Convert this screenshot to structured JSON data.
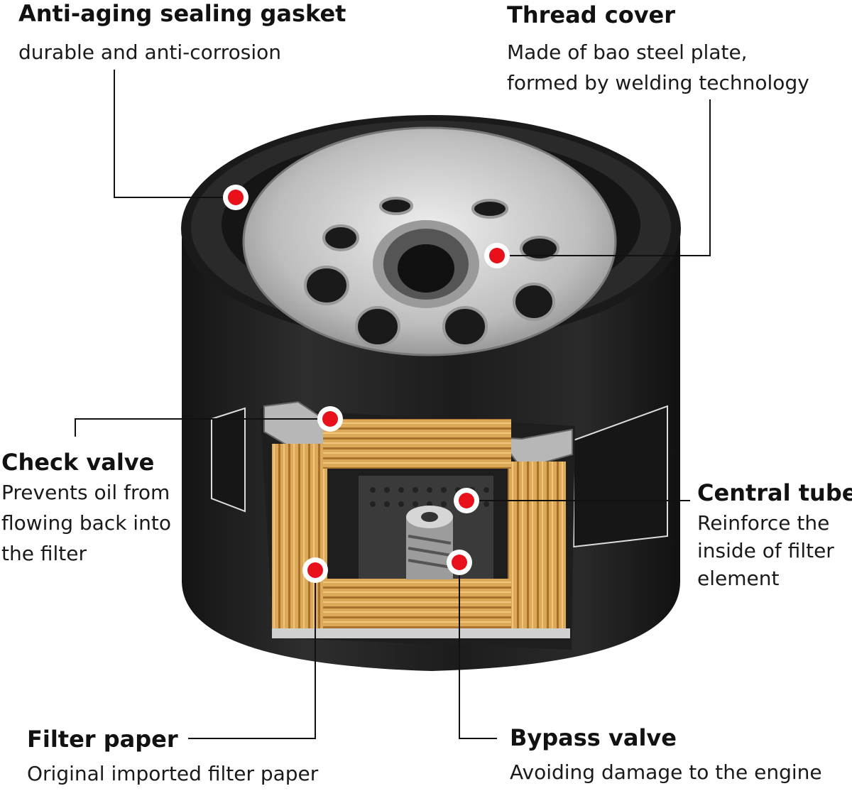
{
  "colors": {
    "marker": "#e8101a",
    "leader_line": "#111111",
    "housing": "#202020",
    "steel": "#c9c9c9",
    "filter_paper": "#d9a650"
  },
  "callouts": {
    "gasket": {
      "title": "Anti-aging sealing gasket",
      "desc": [
        "durable and anti-corrosion"
      ]
    },
    "thread_cover": {
      "title": "Thread cover",
      "desc": [
        "Made of bao steel plate,",
        "formed by welding technology"
      ]
    },
    "check_valve": {
      "title": "Check valve",
      "desc": [
        "Prevents oil from",
        "flowing back into",
        "the filter"
      ]
    },
    "central_tube": {
      "title": "Central tube",
      "desc": [
        "Reinforce the",
        "inside of filter",
        "element"
      ]
    },
    "filter_paper": {
      "title": "Filter paper",
      "desc": [
        "Original imported filter paper"
      ]
    },
    "bypass_valve": {
      "title": "Bypass valve",
      "desc": [
        "Avoiding damage to the engine"
      ]
    }
  }
}
